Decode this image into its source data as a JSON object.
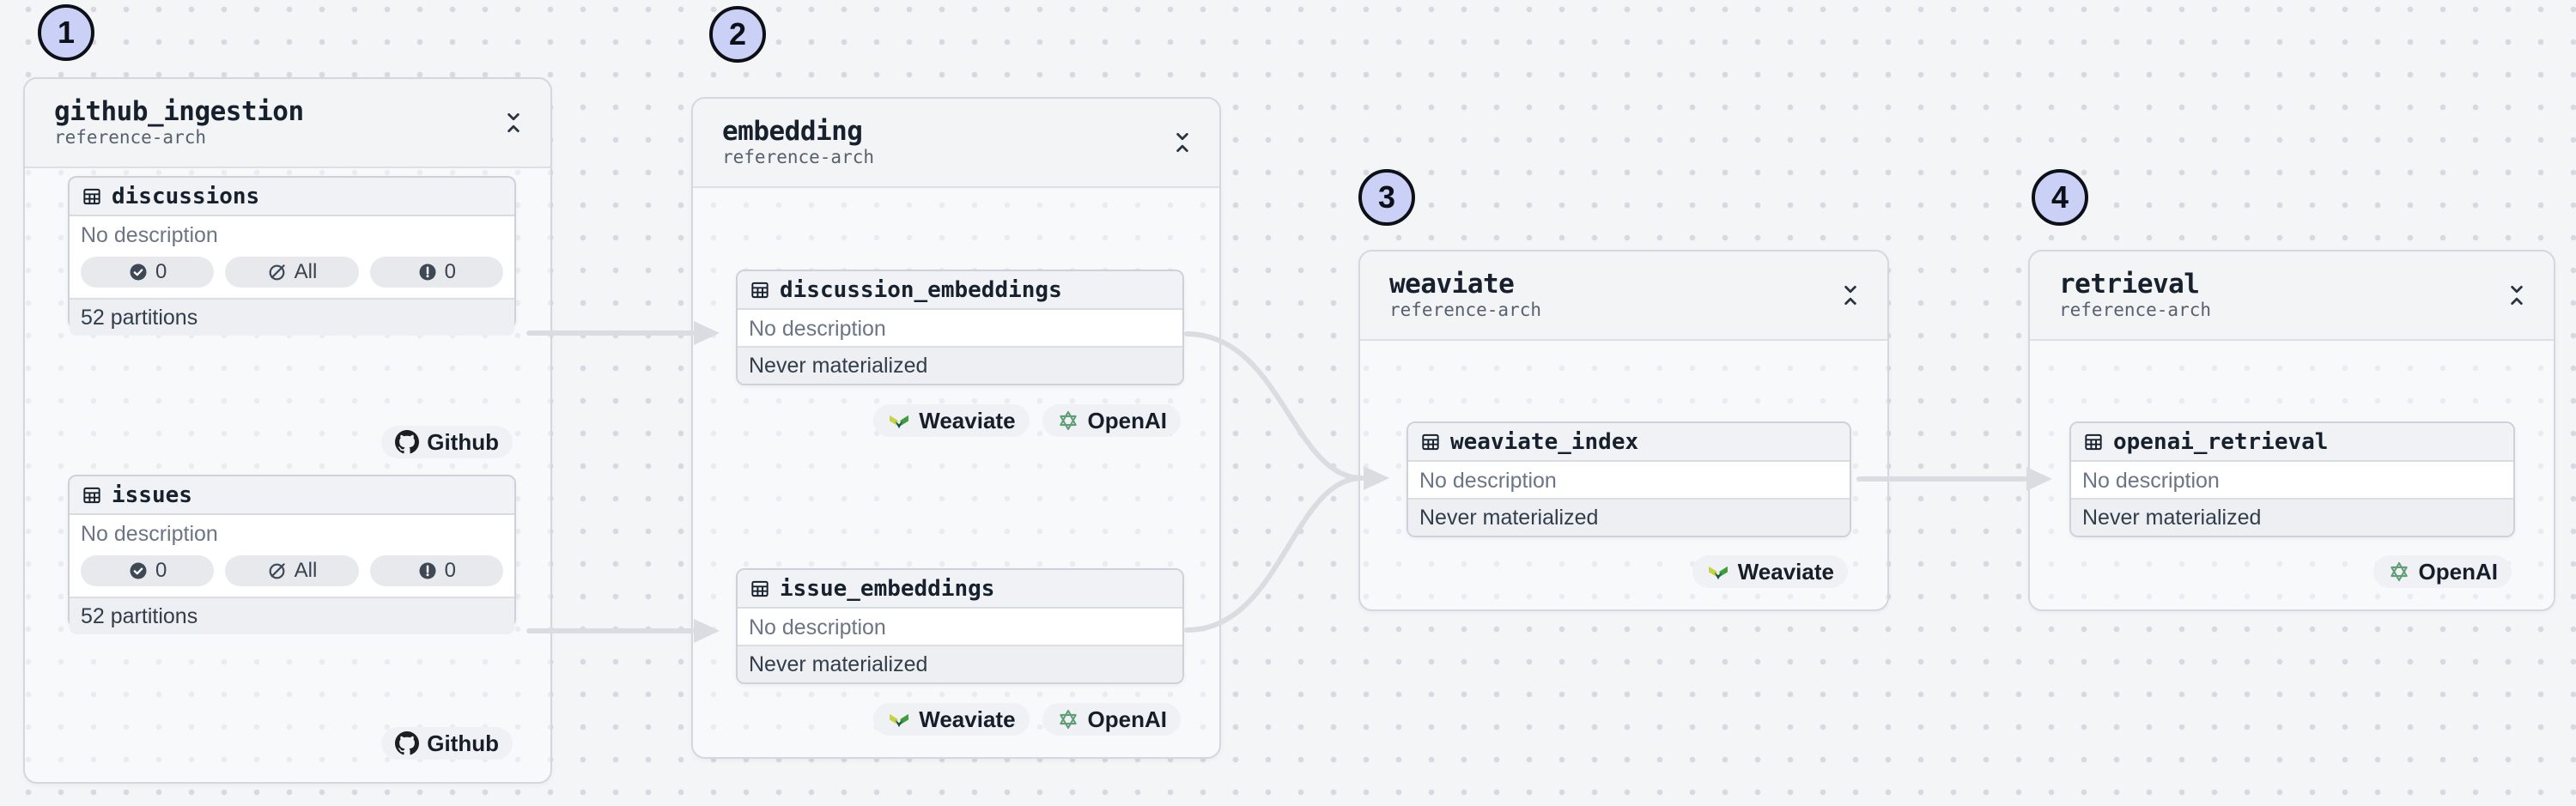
{
  "colors": {
    "canvas_bg": "#f4f5f7",
    "dot_grid": "#d8d9e0",
    "group_border": "#d4d7dd",
    "group_header_bg": "#f3f4f6",
    "card_border": "#cdd1d9",
    "card_header_bg": "#f0f2f5",
    "card_footer_bg": "#edeff2",
    "edge": "#dadce1",
    "chip_bg": "#cbd0f7",
    "text_dark": "#17212e",
    "text_gray": "#6b7585",
    "weaviate_yellow": "#c6d348",
    "weaviate_green": "#3f9e3c",
    "weaviate_teal": "#14554e",
    "openai_green": "#5f9e77",
    "github_black": "#1b1f23"
  },
  "groups": [
    {
      "number": "1",
      "title": "github_ingestion",
      "subtitle": "reference-arch",
      "assets": [
        {
          "name": "discussions",
          "description": "No description",
          "footer": "52 partitions",
          "pills": [
            {
              "icon": "check-circle",
              "label": "0"
            },
            {
              "icon": "ban",
              "label": "All"
            },
            {
              "icon": "alert-circle",
              "label": "0"
            }
          ]
        },
        {
          "name": "issues",
          "description": "No description",
          "footer": "52 partitions",
          "pills": [
            {
              "icon": "check-circle",
              "label": "0"
            },
            {
              "icon": "ban",
              "label": "All"
            },
            {
              "icon": "alert-circle",
              "label": "0"
            }
          ]
        }
      ],
      "badges": [
        {
          "icon": "github",
          "label": "Github"
        },
        {
          "icon": "github",
          "label": "Github"
        }
      ]
    },
    {
      "number": "2",
      "title": "embedding",
      "subtitle": "reference-arch",
      "assets": [
        {
          "name": "discussion_embeddings",
          "description": "No description",
          "footer": "Never materialized"
        },
        {
          "name": "issue_embeddings",
          "description": "No description",
          "footer": "Never materialized"
        }
      ],
      "badge_rows": [
        [
          {
            "icon": "weaviate",
            "label": "Weaviate"
          },
          {
            "icon": "openai",
            "label": "OpenAI"
          }
        ],
        [
          {
            "icon": "weaviate",
            "label": "Weaviate"
          },
          {
            "icon": "openai",
            "label": "OpenAI"
          }
        ]
      ]
    },
    {
      "number": "3",
      "title": "weaviate",
      "subtitle": "reference-arch",
      "assets": [
        {
          "name": "weaviate_index",
          "description": "No description",
          "footer": "Never materialized"
        }
      ],
      "badges": [
        {
          "icon": "weaviate",
          "label": "Weaviate"
        }
      ]
    },
    {
      "number": "4",
      "title": "retrieval",
      "subtitle": "reference-arch",
      "assets": [
        {
          "name": "openai_retrieval",
          "description": "No description",
          "footer": "Never materialized"
        }
      ],
      "badges": [
        {
          "icon": "openai",
          "label": "OpenAI"
        }
      ]
    }
  ]
}
